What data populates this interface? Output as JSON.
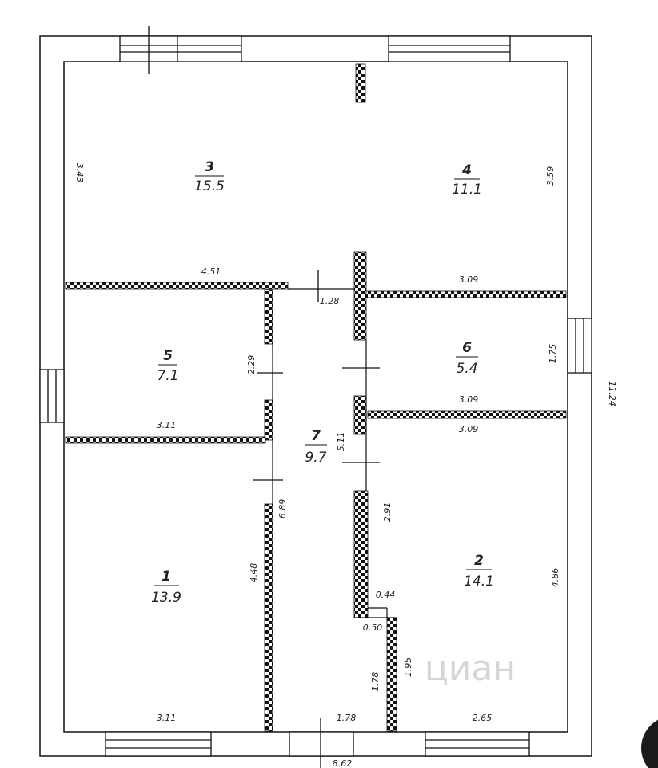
{
  "rooms": [
    {
      "id": "1",
      "number": "1",
      "area": "13.9"
    },
    {
      "id": "2",
      "number": "2",
      "area": "14.1"
    },
    {
      "id": "3",
      "number": "3",
      "area": "15.5"
    },
    {
      "id": "4",
      "number": "4",
      "area": "11.1"
    },
    {
      "id": "5",
      "number": "5",
      "area": "7.1"
    },
    {
      "id": "6",
      "number": "6",
      "area": "5.4"
    },
    {
      "id": "7",
      "number": "7",
      "area": "9.7"
    }
  ],
  "dimensions": {
    "d343": "3.43",
    "d359": "3.59",
    "d451": "4.51",
    "d309a": "3.09",
    "d128": "1.28",
    "d229": "2.29",
    "d175": "1.75",
    "d1124": "11.24",
    "d309b": "3.09",
    "d309c": "3.09",
    "d311a": "3.11",
    "d511": "5.11",
    "d291": "2.91",
    "d689": "6.89",
    "d448": "4.48",
    "d486": "4.86",
    "d044": "0.44",
    "d050": "0.50",
    "d178v": "1.78",
    "d195": "1.95",
    "d311b": "3.11",
    "d178h": "1.78",
    "d265": "2.65",
    "d862": "8.62"
  },
  "watermark": "циан"
}
